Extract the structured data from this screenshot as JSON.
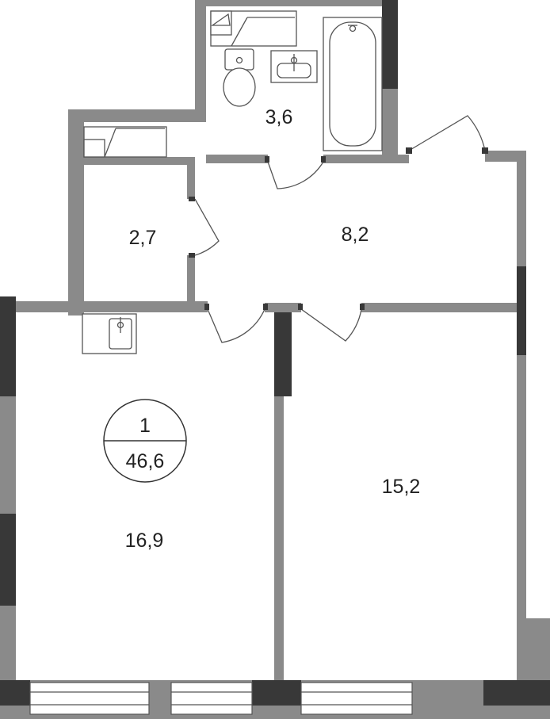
{
  "plan": {
    "rooms_count": "1",
    "total_area": "46,6",
    "rooms": [
      {
        "id": "bathroom",
        "area": "3,6"
      },
      {
        "id": "storage",
        "area": "2,7"
      },
      {
        "id": "hallway",
        "area": "8,2"
      },
      {
        "id": "living-kitchen",
        "area": "16,9"
      },
      {
        "id": "bedroom",
        "area": "15,2"
      }
    ]
  },
  "colors": {
    "wall": "#8a8a8a",
    "wall_dark": "#383838",
    "line": "#555555",
    "background": "#ffffff"
  }
}
